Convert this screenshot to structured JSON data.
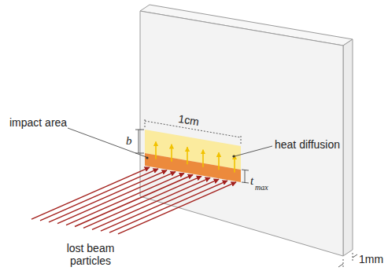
{
  "diagram": {
    "labels": [
      "impact area",
      "1cm",
      "b",
      "heat diffusion",
      "t",
      "max",
      "lost beam particles",
      "1mm"
    ]
  }
}
